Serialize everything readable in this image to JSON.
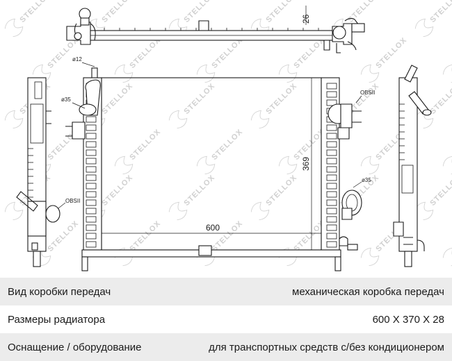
{
  "diagram": {
    "dimensions": {
      "width": "600",
      "height": "369",
      "depth_top": "26",
      "pipe_small": "ø12",
      "pipe_left": "ø35",
      "pipe_right": "ø35",
      "label_left": "OBSII",
      "label_right": "OBSII"
    },
    "watermark_text": "STELLOX"
  },
  "specs": [
    {
      "key": "Вид коробки передач",
      "value": "механическая коробка передач"
    },
    {
      "key": "Размеры радиатора",
      "value": "600 X 370 X 28"
    },
    {
      "key": "Оснащение / оборудование",
      "value": "для транспортных средств с/без кондиционером"
    }
  ],
  "colors": {
    "row_shade": "#ececec",
    "line": "#1a1a1a",
    "watermark": "#d0d0d0"
  }
}
